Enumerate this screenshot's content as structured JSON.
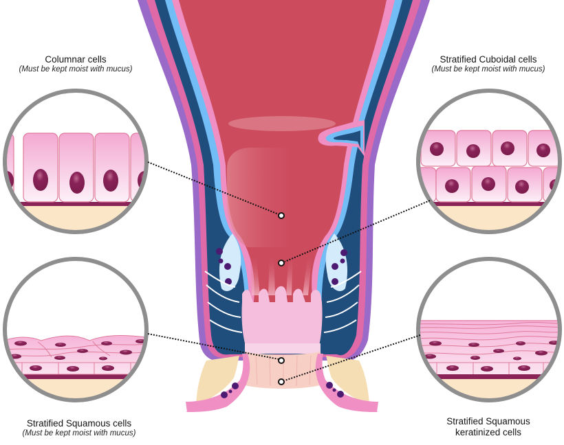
{
  "diagram": {
    "subject": "Anal canal / rectum epithelium cross-section",
    "colors": {
      "lumen": "#cc4b5d",
      "mucosa_pink": "#ef8fc3",
      "submucosa_blue": "#72bdf6",
      "muscle_navy": "#1f4e7c",
      "outer_pink": "#e06aa8",
      "outer_purple": "#9a6ac8",
      "nucleus": "#8a2358",
      "basement": "#8a2358",
      "connective": "#fbe6c8",
      "circle_border": "#8e8e8e",
      "gland_dots": "#4d1a72"
    }
  },
  "insets": [
    {
      "id": "columnar",
      "title": "Columnar cells",
      "note": "(Must be kept moist with mucus)",
      "position": "top-left"
    },
    {
      "id": "stratified-cuboidal",
      "title": "Stratified Cuboidal cells",
      "note": "(Must be kept moist with mucus)",
      "position": "top-right"
    },
    {
      "id": "stratified-squamous",
      "title": "Stratified Squamous cells",
      "note": "(Must be kept moist with mucus)",
      "position": "bottom-left"
    },
    {
      "id": "stratified-squamous-keratinized",
      "title": "Stratified Squamous",
      "title_line2": "keratinized cells",
      "note": "",
      "position": "bottom-right"
    }
  ]
}
